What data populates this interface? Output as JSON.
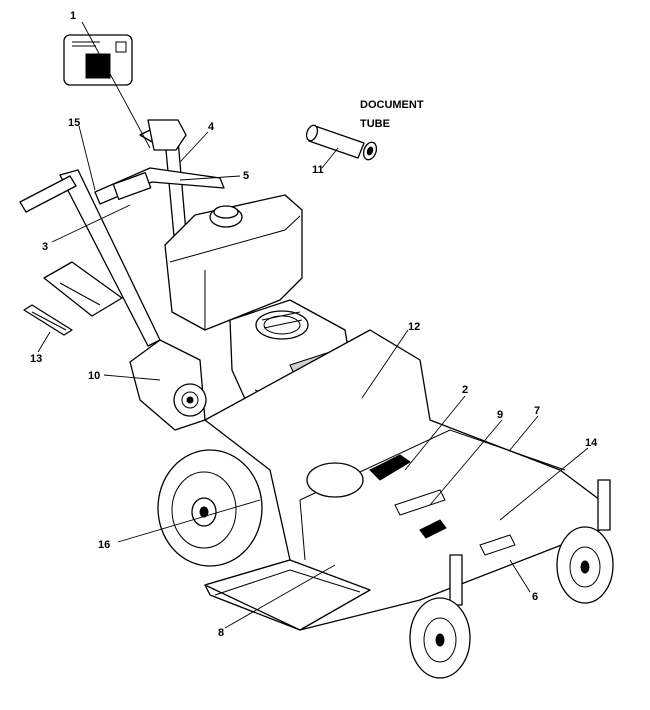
{
  "labels": {
    "document_tube_line1": "DOCUMENT",
    "document_tube_line2": "TUBE"
  },
  "callouts": [
    "1",
    "2",
    "3",
    "4",
    "5",
    "6",
    "7",
    "8",
    "9",
    "10",
    "11",
    "12",
    "13",
    "14",
    "15",
    "16"
  ]
}
